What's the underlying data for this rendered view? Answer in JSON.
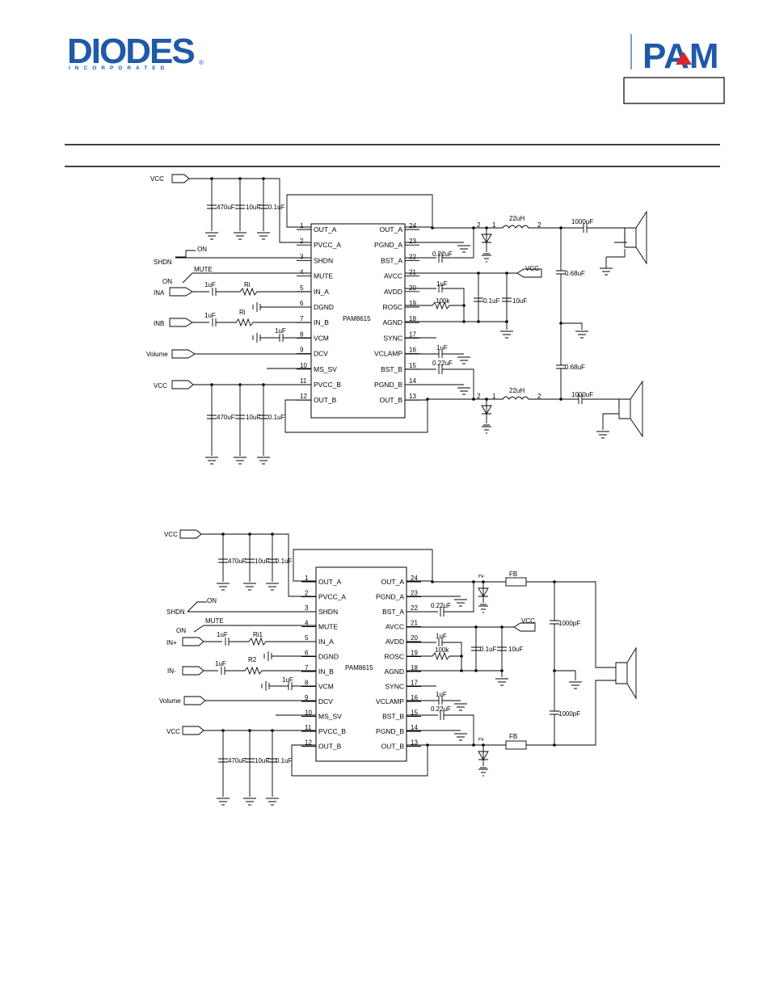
{
  "header": {
    "diodes_logo": "DIODES",
    "diodes_sub": "INCORPORATED",
    "diodes_reg": "®",
    "pam_logo": "PAM"
  },
  "colors": {
    "brand_blue": "#1f5aa8",
    "pam_red": "#d8262c",
    "ink": "#000000"
  },
  "chip_name": "PAM8615",
  "pins_left": [
    {
      "num": "1",
      "name": "OUT_A"
    },
    {
      "num": "2",
      "name": "PVCC_A"
    },
    {
      "num": "3",
      "name": "SHDN"
    },
    {
      "num": "4",
      "name": "MUTE"
    },
    {
      "num": "5",
      "name": "IN_A"
    },
    {
      "num": "6",
      "name": "DGND"
    },
    {
      "num": "7",
      "name": "IN_B"
    },
    {
      "num": "8",
      "name": "VCM"
    },
    {
      "num": "9",
      "name": "DCV"
    },
    {
      "num": "10",
      "name": "MS_SV"
    },
    {
      "num": "11",
      "name": "PVCC_B"
    },
    {
      "num": "12",
      "name": "OUT_B"
    }
  ],
  "pins_right": [
    {
      "num": "24",
      "name": "OUT_A"
    },
    {
      "num": "23",
      "name": "PGND_A"
    },
    {
      "num": "22",
      "name": "BST_A"
    },
    {
      "num": "21",
      "name": "AVCC"
    },
    {
      "num": "20",
      "name": "AVDD"
    },
    {
      "num": "19",
      "name": "ROSC"
    },
    {
      "num": "18",
      "name": "AGND"
    },
    {
      "num": "17",
      "name": "SYNC"
    },
    {
      "num": "16",
      "name": "VCLAMP"
    },
    {
      "num": "15",
      "name": "BST_B"
    },
    {
      "num": "14",
      "name": "PGND_B"
    },
    {
      "num": "13",
      "name": "OUT_B"
    }
  ],
  "circuit1": {
    "vcc": "VCC",
    "vcc_b": "VCC",
    "shdn": "SHDN",
    "on_shdn": "ON",
    "mute": "MUTE",
    "on_mute": "ON",
    "in_a": "INA",
    "in_b": "INB",
    "volume": "Volume",
    "cap_470": "470uF",
    "cap_10": "10uF",
    "cap_01": "0.1uF",
    "cap_1u": "1uF",
    "ri": "Ri",
    "cap_022": "0.22uF",
    "avcc_vcc": "VCC",
    "res_100k": "100k",
    "cap_01_avdd": "0.1uF",
    "cap_10_avdd": "10uF",
    "inductor": "22uH",
    "cap_out": "1000uF",
    "cap_068": "0.68uF",
    "diode_n1": "1",
    "diode_n2": "2",
    "ind_n1": "1",
    "ind_n2": "2"
  },
  "circuit2": {
    "vcc": "VCC",
    "vcc_b": "VCC",
    "shdn": "SHDN",
    "on_shdn": "ON",
    "mute": "MUTE",
    "on_mute": "ON",
    "in_p": "IN+",
    "in_n": "IN-",
    "volume": "Volume",
    "cap_470": "470uF",
    "cap_10": "10uF",
    "cap_01": "0.1uF",
    "cap_1u": "1uF",
    "ri1": "Ri1",
    "r2": "R2",
    "cap_022": "0.22uF",
    "avcc_vcc": "VCC",
    "res_100k": "100k",
    "cap_01_avdd": "0.1uF",
    "cap_10_avdd": "10uF",
    "fb": "FB",
    "cap_1000p": "1000pF",
    "diode_n2": "2"
  }
}
